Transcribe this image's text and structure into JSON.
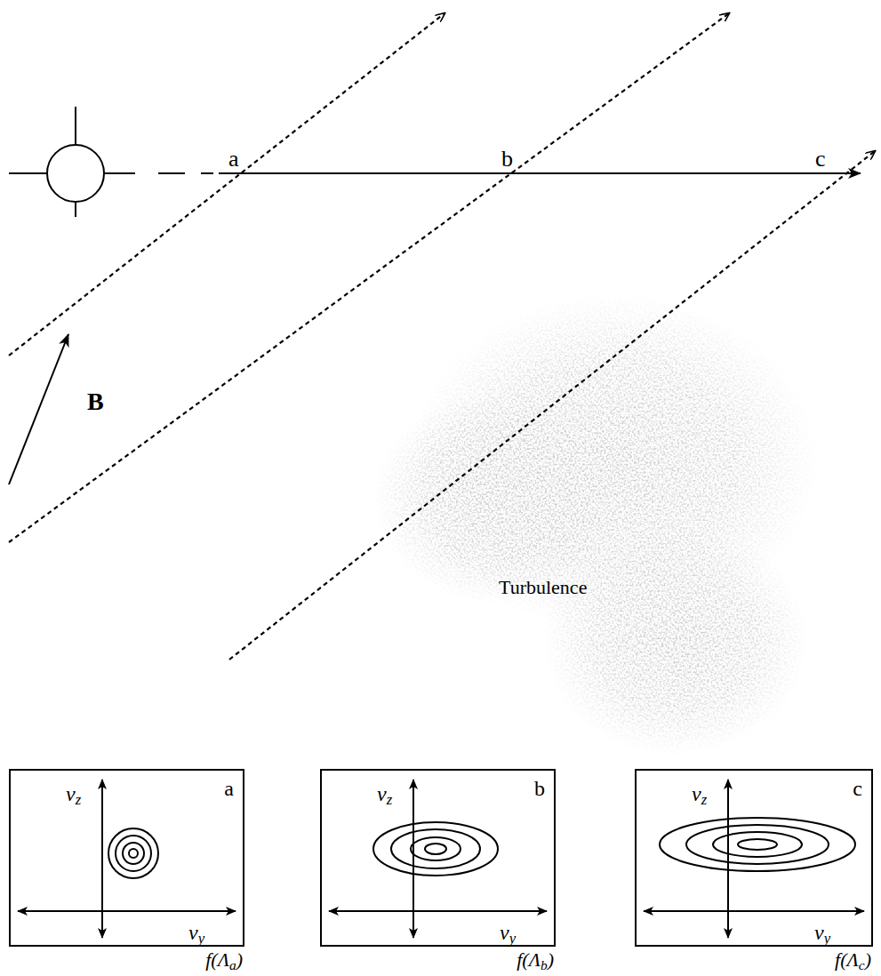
{
  "diagram": {
    "nodes": [
      {
        "text": [
          "vz",
          "a",
          "vy",
          "f(Λa)"
        ]
      },
      {
        "text": [
          "vz",
          "b",
          "vy",
          "f(Λb)"
        ]
      },
      {
        "text": [
          "vz",
          "c",
          "vy",
          "f(Λc)"
        ]
      }
    ],
    "labels": [
      "a",
      "b",
      "c",
      "B",
      "Turbulence"
    ]
  }
}
